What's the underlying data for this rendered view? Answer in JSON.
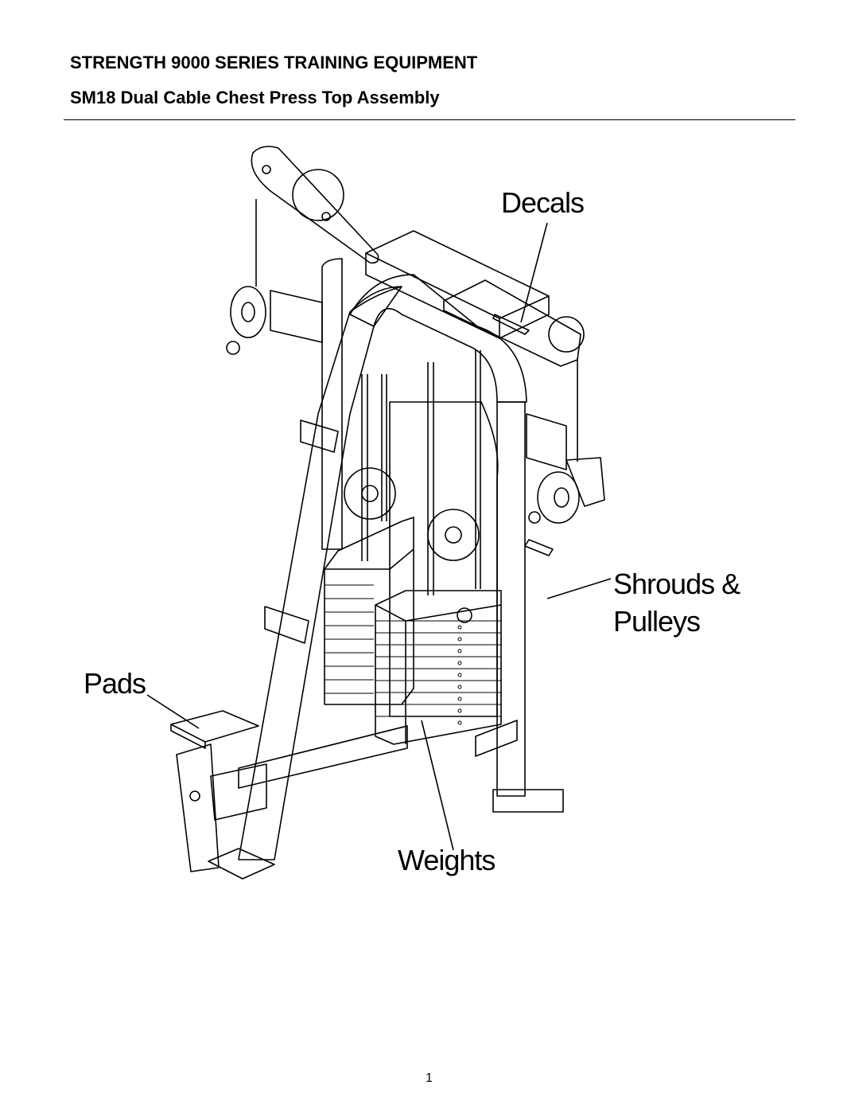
{
  "header": {
    "title": "STRENGTH 9000 SERIES TRAINING EQUIPMENT",
    "subtitle": "SM18 Dual Cable Chest Press Top Assembly"
  },
  "callouts": {
    "decals": "Decals",
    "shrouds": "Shrouds &",
    "pulleys": "Pulleys",
    "pads": "Pads",
    "weights": "Weights"
  },
  "footer": {
    "page_number": "1"
  }
}
